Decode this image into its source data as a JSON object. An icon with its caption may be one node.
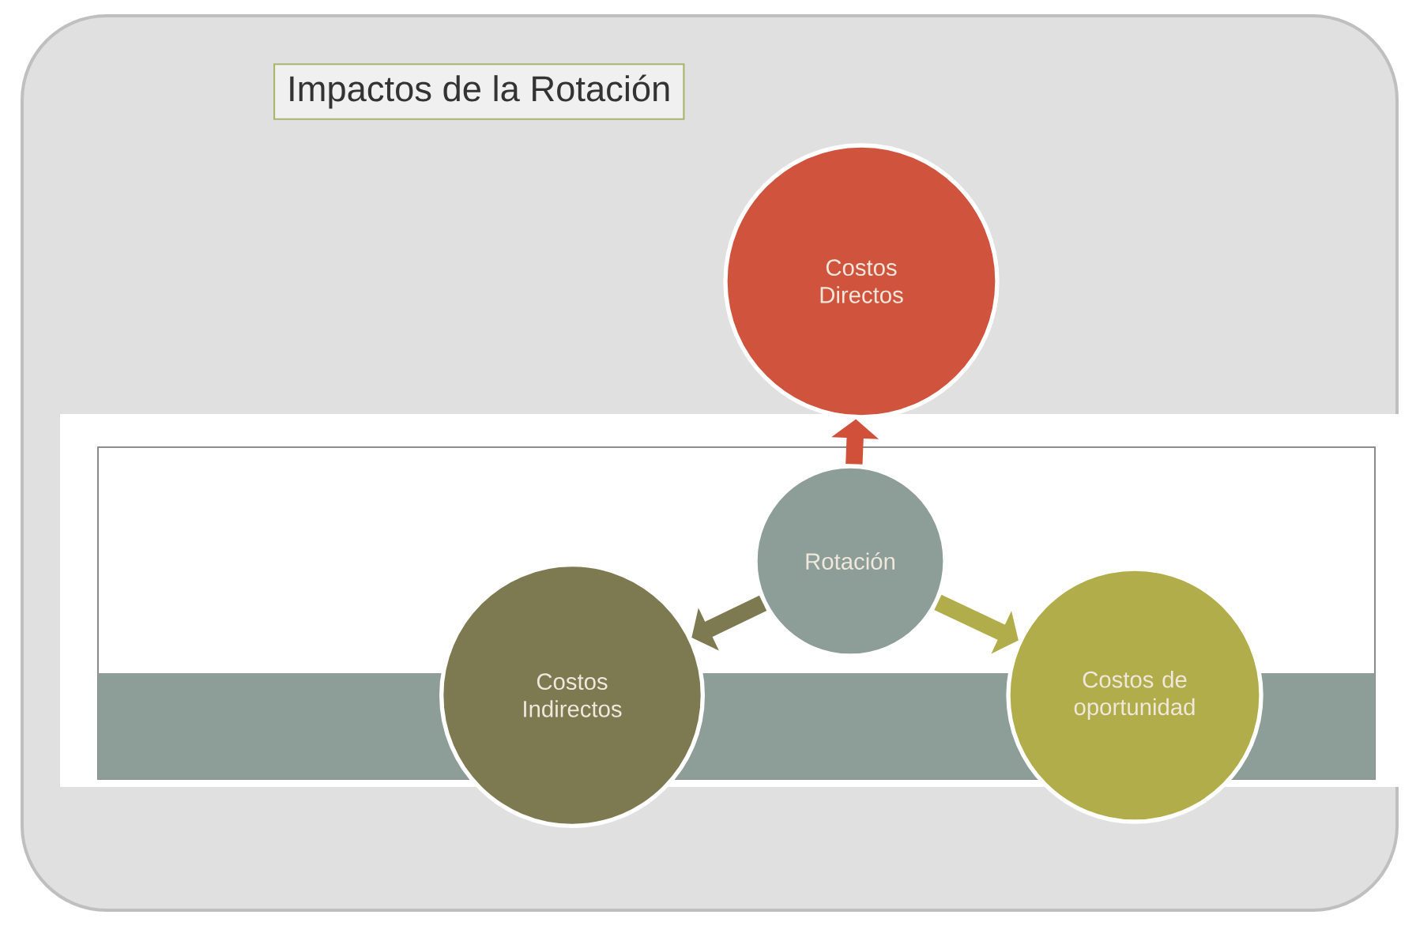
{
  "diagram": {
    "title": "Impactos de la Rotación",
    "nodes": [
      {
        "text": [
          "Costos Directos"
        ]
      },
      {
        "text": [
          "Rotación"
        ]
      },
      {
        "text": [
          "Costos Indirectos"
        ]
      },
      {
        "text": [
          "Costos de oportunidad"
        ]
      }
    ],
    "edges": [
      {
        "from": 1,
        "to": 0,
        "arrow": "to",
        "color": "#d0503a"
      },
      {
        "from": 1,
        "to": 2,
        "arrow": "to",
        "color": "#7d7a52"
      },
      {
        "from": 1,
        "to": 3,
        "arrow": "to",
        "color": "#b0ad4a"
      }
    ]
  }
}
